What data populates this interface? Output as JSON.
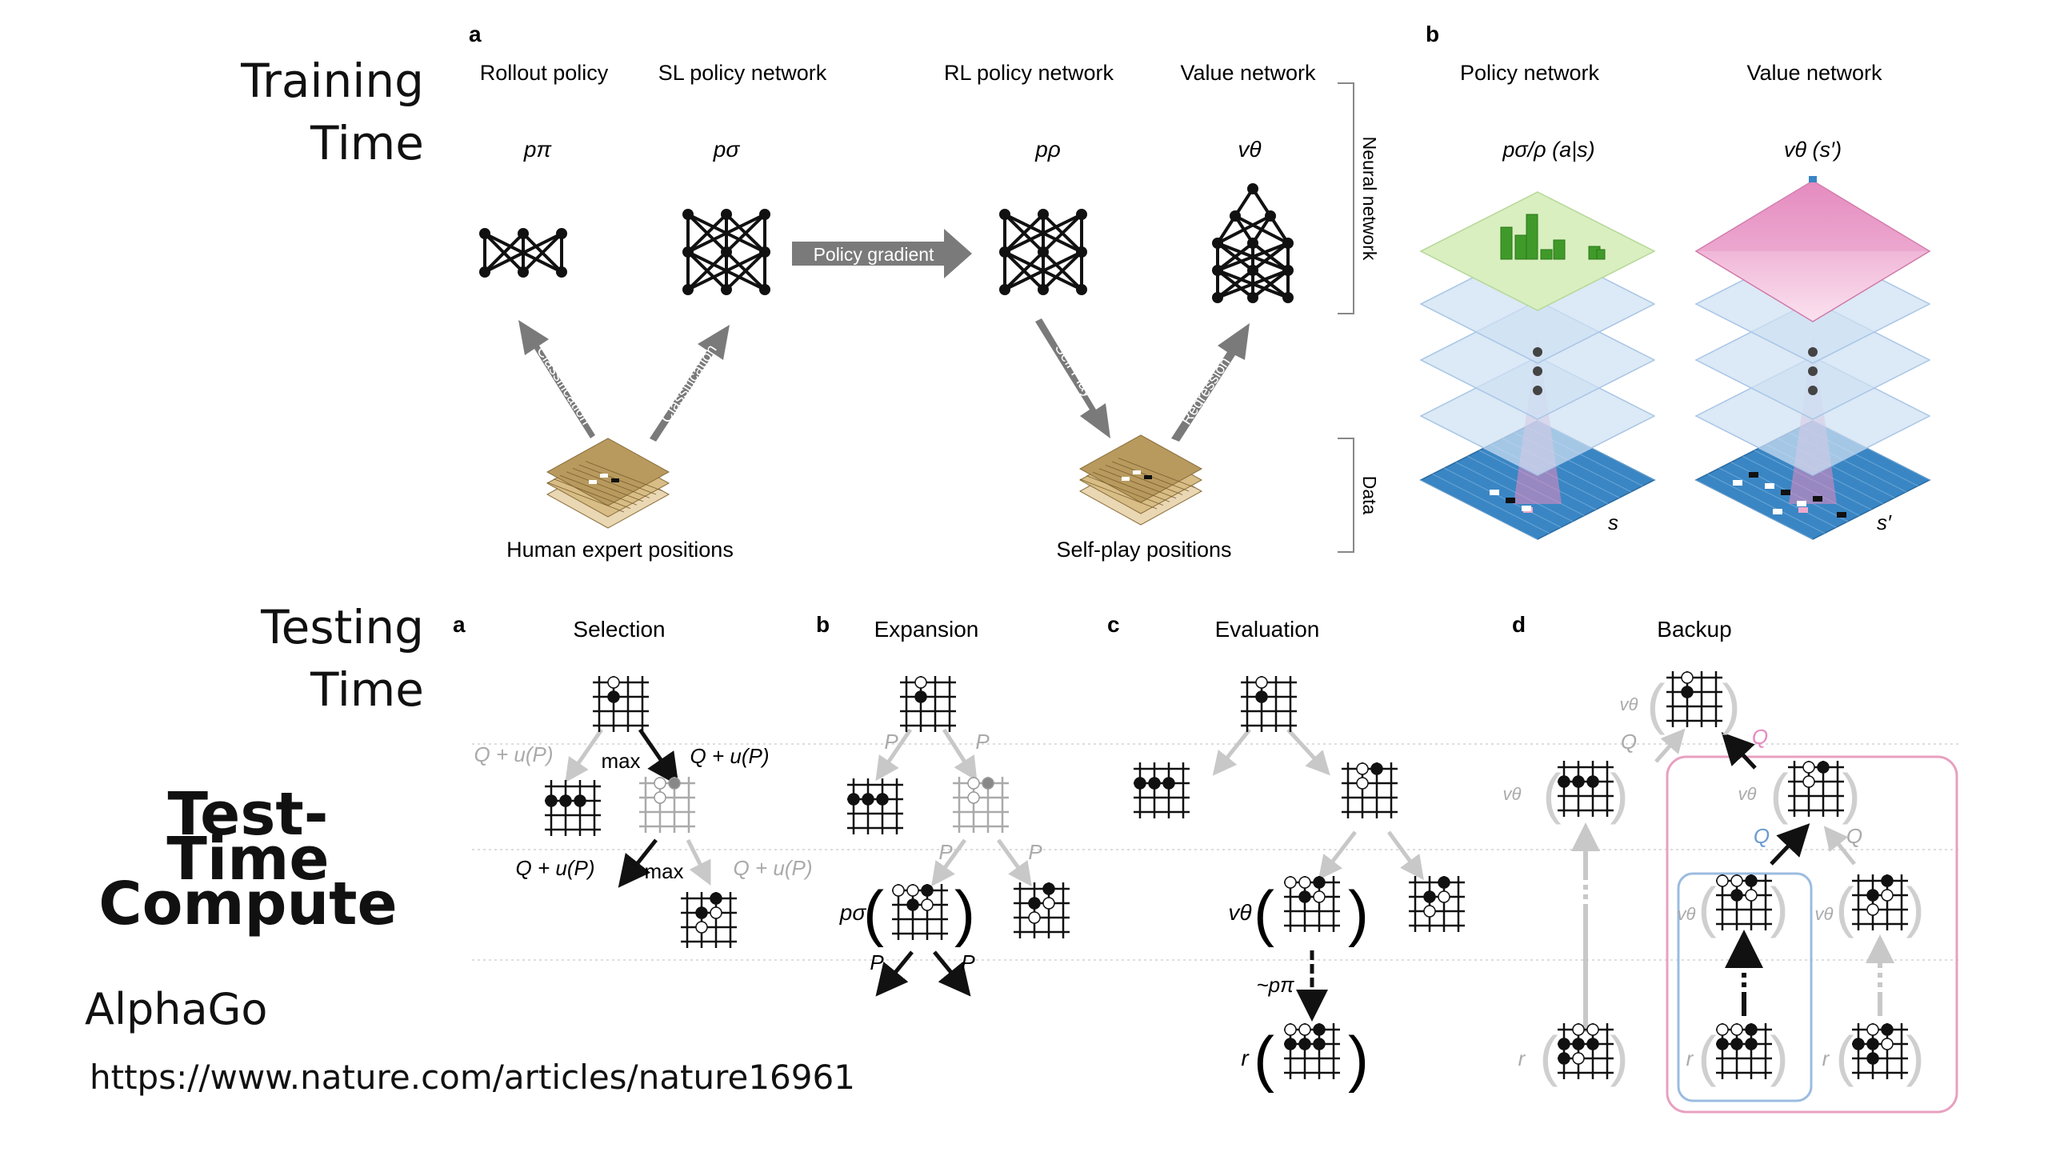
{
  "side": {
    "training": [
      "Training",
      "Time"
    ],
    "testing": [
      "Testing",
      "Time"
    ],
    "ttc": [
      "Test-",
      "Time",
      "Compute"
    ],
    "alphago": "AlphaGo",
    "url": "https://www.nature.com/articles/nature16961"
  },
  "training": {
    "panel_a": "a",
    "panel_b": "b",
    "col_rollout": "Rollout policy",
    "col_sl": "SL policy network",
    "col_rl": "RL policy network",
    "col_value": "Value network",
    "sym_rollout": "pπ",
    "sym_sl": "pσ",
    "sym_rl": "pρ",
    "sym_value": "vθ",
    "policy_gradient": "Policy gradient",
    "classification": "Classification",
    "self_play": "Self Play",
    "regression": "Regression",
    "human_expert": "Human expert positions",
    "self_play_positions": "Self-play positions",
    "bracket_nn": "Neural network",
    "bracket_data": "Data",
    "b_policy": "Policy network",
    "b_value": "Value network",
    "b_policy_sym": "pσ/ρ (a|s)",
    "b_value_sym": "vθ (s′)",
    "b_s": "s",
    "b_s2": "s′"
  },
  "testing": {
    "panels": [
      {
        "letter": "a",
        "title": "Selection"
      },
      {
        "letter": "b",
        "title": "Expansion"
      },
      {
        "letter": "c",
        "title": "Evaluation"
      },
      {
        "letter": "d",
        "title": "Backup"
      }
    ],
    "q_up": "Q + u(P)",
    "max": "max",
    "p": "P",
    "q": "Q",
    "p_sigma": "pσ",
    "v_theta": "vθ",
    "rollout": "~pπ",
    "r": "r"
  },
  "colors": {
    "arrow_gray": "#7a7a7a",
    "light_gray": "#c8c8c8",
    "board_tan": "#b89a5e",
    "policy_green": "#d9efc0",
    "value_pink": "#e58bc0",
    "layer_blue": "#cfe0f3",
    "input_blue": "#3a86c4",
    "backup_pink": "#e8a0c0",
    "backup_blue": "#9bbce0"
  }
}
